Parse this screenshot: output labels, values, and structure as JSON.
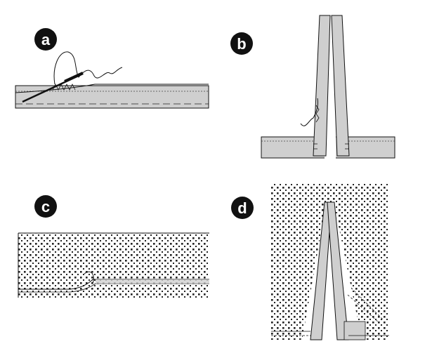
{
  "panels": [
    {
      "id": "a",
      "label": "a"
    },
    {
      "id": "b",
      "label": "b"
    },
    {
      "id": "c",
      "label": "c"
    },
    {
      "id": "d",
      "label": "d"
    }
  ],
  "colors": {
    "fabric": "#cfcfcf",
    "ink": "#111111",
    "background": "#ffffff",
    "dots": "#222222"
  },
  "icons": [
    "needle-icon",
    "thread-icon"
  ]
}
